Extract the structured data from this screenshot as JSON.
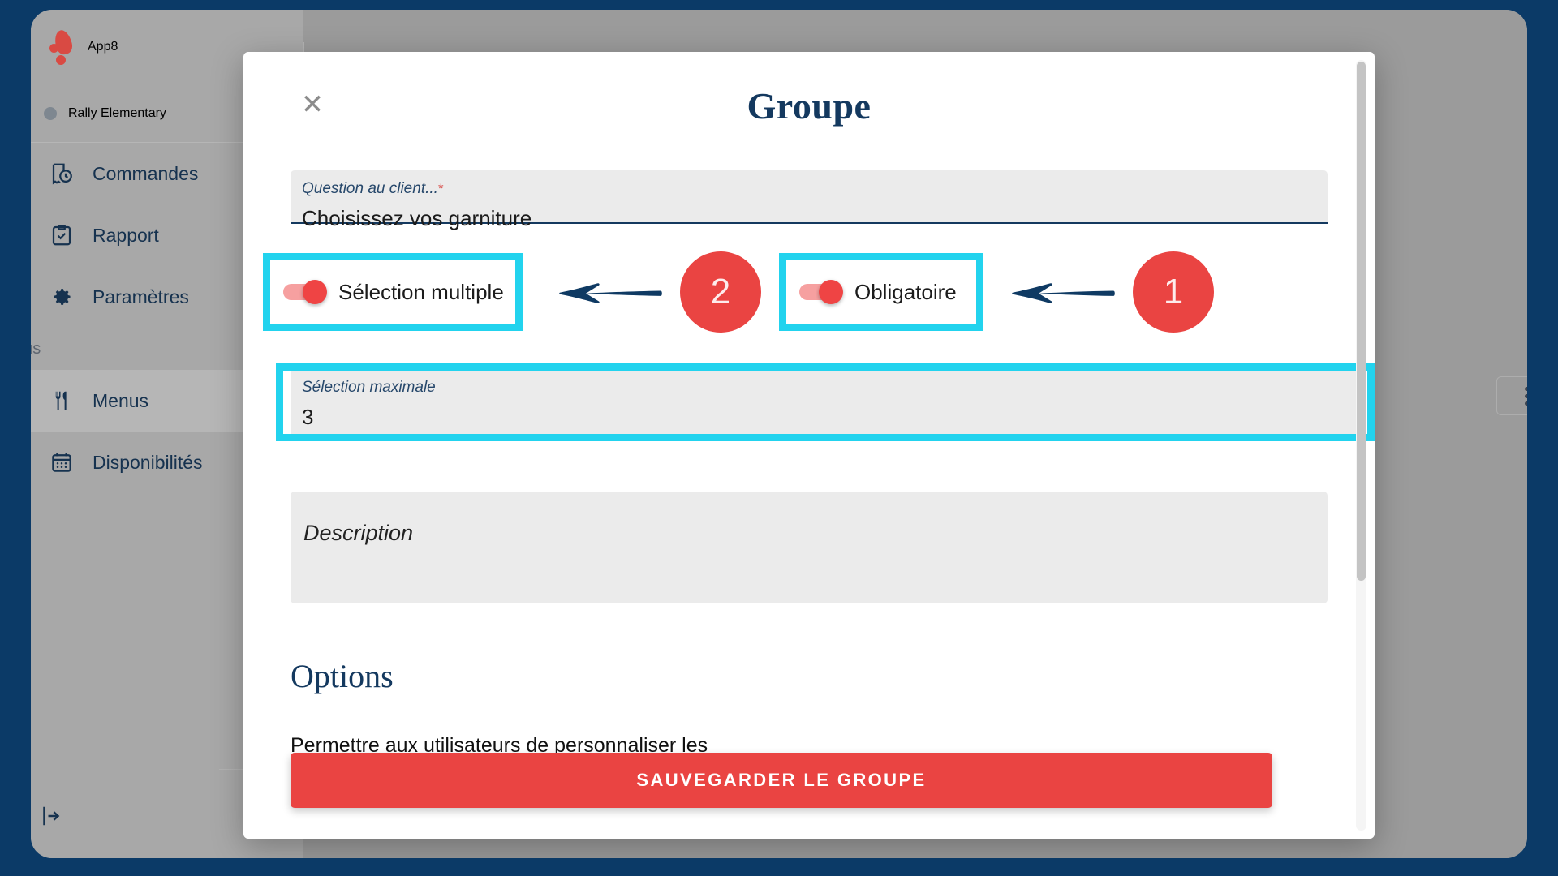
{
  "app": {
    "brand_name": "App8",
    "organization": "Rally Elementary",
    "section_label": "nus",
    "nav_items": [
      {
        "label": "Commandes",
        "icon": "orders-clock-icon",
        "active": false
      },
      {
        "label": "Rapport",
        "icon": "report-clipboard-icon",
        "active": false
      },
      {
        "label": "Paramètres",
        "icon": "gear-icon",
        "active": false
      },
      {
        "label": "Menus",
        "icon": "cutlery-icon",
        "active": true
      },
      {
        "label": "Disponibilités",
        "icon": "calendar-icon",
        "active": false
      }
    ],
    "logout_icon": "logout-arrow-icon",
    "kebab_icon": "more-vertical-icon"
  },
  "modal": {
    "title": "Groupe",
    "close_icon": "close-icon",
    "question": {
      "label": "Question au client...",
      "required_marker": "*",
      "value": "Choisissez vos garniture"
    },
    "toggles": [
      {
        "label": "Sélection multiple",
        "state": "on",
        "highlighted": true
      },
      {
        "label": "Obligatoire",
        "state": "on",
        "highlighted": true
      }
    ],
    "max_selection": {
      "label": "Sélection maximale",
      "value": "3",
      "highlighted": true
    },
    "description": {
      "placeholder": "Description",
      "value": ""
    },
    "options_heading": "Options",
    "options_first_item": "Permettre aux utilisateurs de personnaliser les",
    "save_label": "SAUVEGARDER LE GROUPE"
  },
  "annotations": {
    "callouts": [
      {
        "number": "2",
        "points_to": "Sélection multiple"
      },
      {
        "number": "1",
        "points_to": "Obligatoire"
      }
    ],
    "highlight_color": "#22d3ee",
    "callout_color": "#ea4442",
    "arrow_color": "#0f3a63"
  },
  "colors": {
    "frame_navy": "#0b3a67",
    "brand_navy": "#14395f",
    "accent_red": "#ea4442",
    "toggle_on_track": "#f6a0a0",
    "toggle_on_thumb": "#ef4444",
    "field_fill": "#ebebeb"
  }
}
